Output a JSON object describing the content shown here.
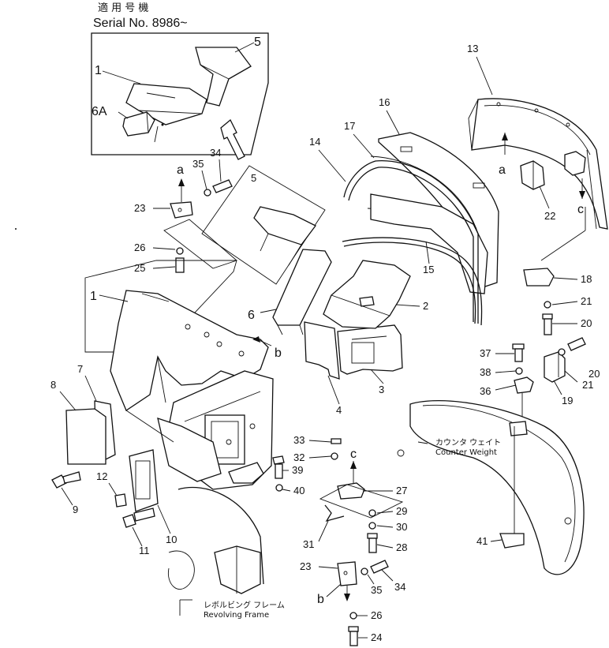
{
  "header": {
    "applicability_jp": "適 用 号 機",
    "serial": "Serial No. 8986~"
  },
  "annotations": {
    "counter_weight_jp": "カウンタ ウェイト",
    "counter_weight_en": "Counter Weight",
    "revolving_frame_jp": "レボルビング フレーム",
    "revolving_frame_en": "Revolving Frame"
  },
  "callouts": {
    "p1_inset": "1",
    "p5_inset": "5",
    "p6a_inset": "6A",
    "p13": "13",
    "p16": "16",
    "p17": "17",
    "p14": "14",
    "pa_top": "a",
    "pa_right": "a",
    "pc_right": "c",
    "p35_top": "35",
    "p34_top": "34",
    "p23_top": "23",
    "p26_top": "26",
    "p25": "25",
    "p5": "5",
    "p22": "22",
    "p15": "15",
    "p2": "2",
    "p18": "18",
    "p21_a": "21",
    "p20": "20",
    "p1": "1",
    "p6": "6",
    "pb_mid": "b",
    "p37": "37",
    "p38": "38",
    "p36": "36",
    "p21_b": "21",
    "p20_b": "20",
    "p19": "19",
    "p4": "4",
    "p3": "3",
    "p7": "7",
    "p8": "8",
    "p33": "33",
    "p32": "32",
    "pc_mid": "c",
    "p39": "39",
    "p40": "40",
    "p27": "27",
    "p12": "12",
    "p9": "9",
    "p29": "29",
    "p30": "30",
    "p31": "31",
    "p28": "28",
    "p10": "10",
    "p11": "11",
    "p41": "41",
    "p23_bot": "23",
    "p35_bot": "35",
    "p34_bot": "34",
    "pb_bot": "b",
    "p26_bot": "26",
    "p24": "24"
  }
}
